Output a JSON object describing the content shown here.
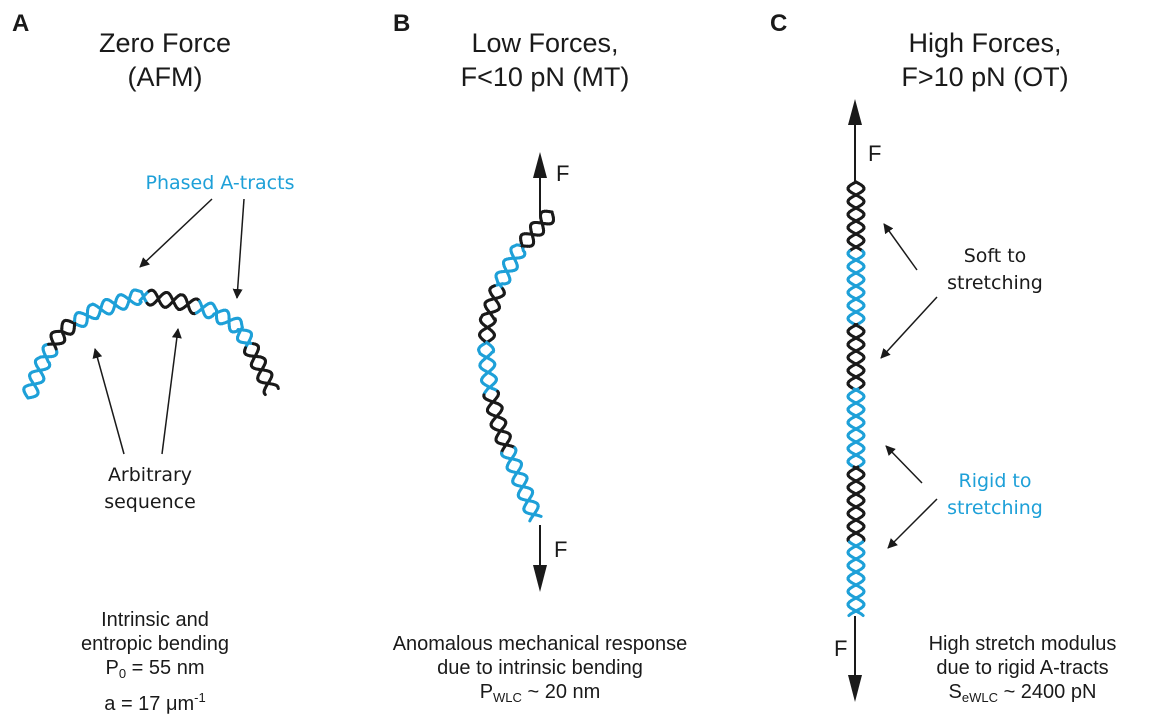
{
  "colors": {
    "black": "#1a1a1a",
    "blue": "#1ea0d8"
  },
  "panels": {
    "a": {
      "letter": "A",
      "title_line1": "Zero Force",
      "title_line2": "(AFM)",
      "phased_label": "Phased A-tracts",
      "arbitrary_line1": "Arbitrary",
      "arbitrary_line2": "sequence",
      "caption_line1": "Intrinsic and",
      "caption_line2": "entropic bending",
      "p0_sym": "P",
      "p0_sub": "0",
      "p0_val": " = 55 nm",
      "a_text": "a = 17 ",
      "a_unit": "μm",
      "a_sup": "-1"
    },
    "b": {
      "letter": "B",
      "title_line1": "Low Forces,",
      "title_line2": "F<10 pN (MT)",
      "force_top": "F",
      "force_bottom": "F",
      "caption_line1": "Anomalous mechanical response",
      "caption_line2": "due to intrinsic bending",
      "p_sym": "P",
      "p_sub": "WLC",
      "p_val": " ~ 20 nm"
    },
    "c": {
      "letter": "C",
      "title_line1": "High Forces,",
      "title_line2": "F>10 pN (OT)",
      "force_top": "F",
      "force_bottom": "F",
      "soft_line1": "Soft to",
      "soft_line2": "stretching",
      "rigid_line1": "Rigid to",
      "rigid_line2": "stretching",
      "caption_line1": "High stretch modulus",
      "caption_line2": "due to rigid A-tracts",
      "s_sym": "S",
      "s_sub": "eWLC",
      "s_val": " ~ 2400 pN"
    }
  }
}
